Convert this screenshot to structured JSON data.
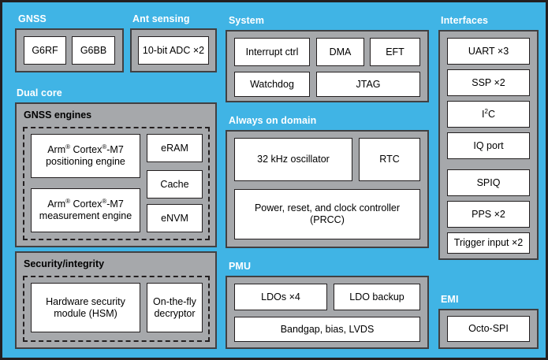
{
  "diagram": {
    "colors": {
      "background_blue": "#40b4e5",
      "group_gray": "#a6a8ab",
      "block_white": "#ffffff",
      "outline_dark": "#231f20",
      "gray_outline": "#414042",
      "title_text": "#ffffff"
    }
  },
  "groups": {
    "gnss": {
      "title": "GNSS",
      "blocks": [
        {
          "label": "G6RF"
        },
        {
          "label": "G6BB"
        }
      ]
    },
    "ant_sensing": {
      "title": "Ant sensing",
      "blocks": [
        {
          "label": "10-bit ADC ×2"
        }
      ]
    },
    "dual_core": {
      "title": "Dual core",
      "subgroups": {
        "gnss_engines": {
          "title": "GNSS engines",
          "engines": [
            {
              "line1_pre": "Arm",
              "line1_sup1": "®",
              "line1_mid": " Cortex",
              "line1_sup2": "®",
              "line1_post": "-M7",
              "line2": "positioning engine"
            },
            {
              "line1_pre": "Arm",
              "line1_sup1": "®",
              "line1_mid": " Cortex",
              "line1_sup2": "®",
              "line1_post": "-M7",
              "line2": "measurement engine"
            }
          ],
          "memories": [
            {
              "label": "eRAM"
            },
            {
              "label": "Cache"
            },
            {
              "label": "eNVM"
            }
          ]
        },
        "security_integrity": {
          "title": "Security/integrity",
          "blocks": [
            {
              "line1": "Hardware security",
              "line2": "module (HSM)"
            },
            {
              "line1": "On-the-fly",
              "line2": "decryptor"
            }
          ]
        }
      }
    },
    "system": {
      "title": "System",
      "blocks": [
        {
          "label": "Interrupt ctrl"
        },
        {
          "label": "DMA"
        },
        {
          "label": "EFT"
        },
        {
          "label": "Watchdog"
        },
        {
          "label": "JTAG"
        }
      ]
    },
    "always_on_domain": {
      "title": "Always on domain",
      "blocks": [
        {
          "label": "32 kHz oscillator"
        },
        {
          "label": "RTC"
        },
        {
          "line1": "Power, reset, and clock controller",
          "line2": "(PRCC)"
        }
      ]
    },
    "pmu": {
      "title": "PMU",
      "blocks": [
        {
          "label": "LDOs ×4"
        },
        {
          "label": "LDO backup"
        },
        {
          "label": "Bandgap, bias, LVDS"
        }
      ]
    },
    "interfaces": {
      "title": "Interfaces",
      "blocks": [
        {
          "label": "UART ×3"
        },
        {
          "label": "SSP ×2"
        },
        {
          "label_pre": "I",
          "label_sup": "2",
          "label_post": "C"
        },
        {
          "label": "IQ port"
        },
        {
          "label": "SPIQ"
        },
        {
          "label": "PPS ×2"
        },
        {
          "label": "Trigger input ×2"
        }
      ]
    },
    "emi": {
      "title": "EMI",
      "blocks": [
        {
          "label": "Octo-SPI"
        }
      ]
    }
  }
}
